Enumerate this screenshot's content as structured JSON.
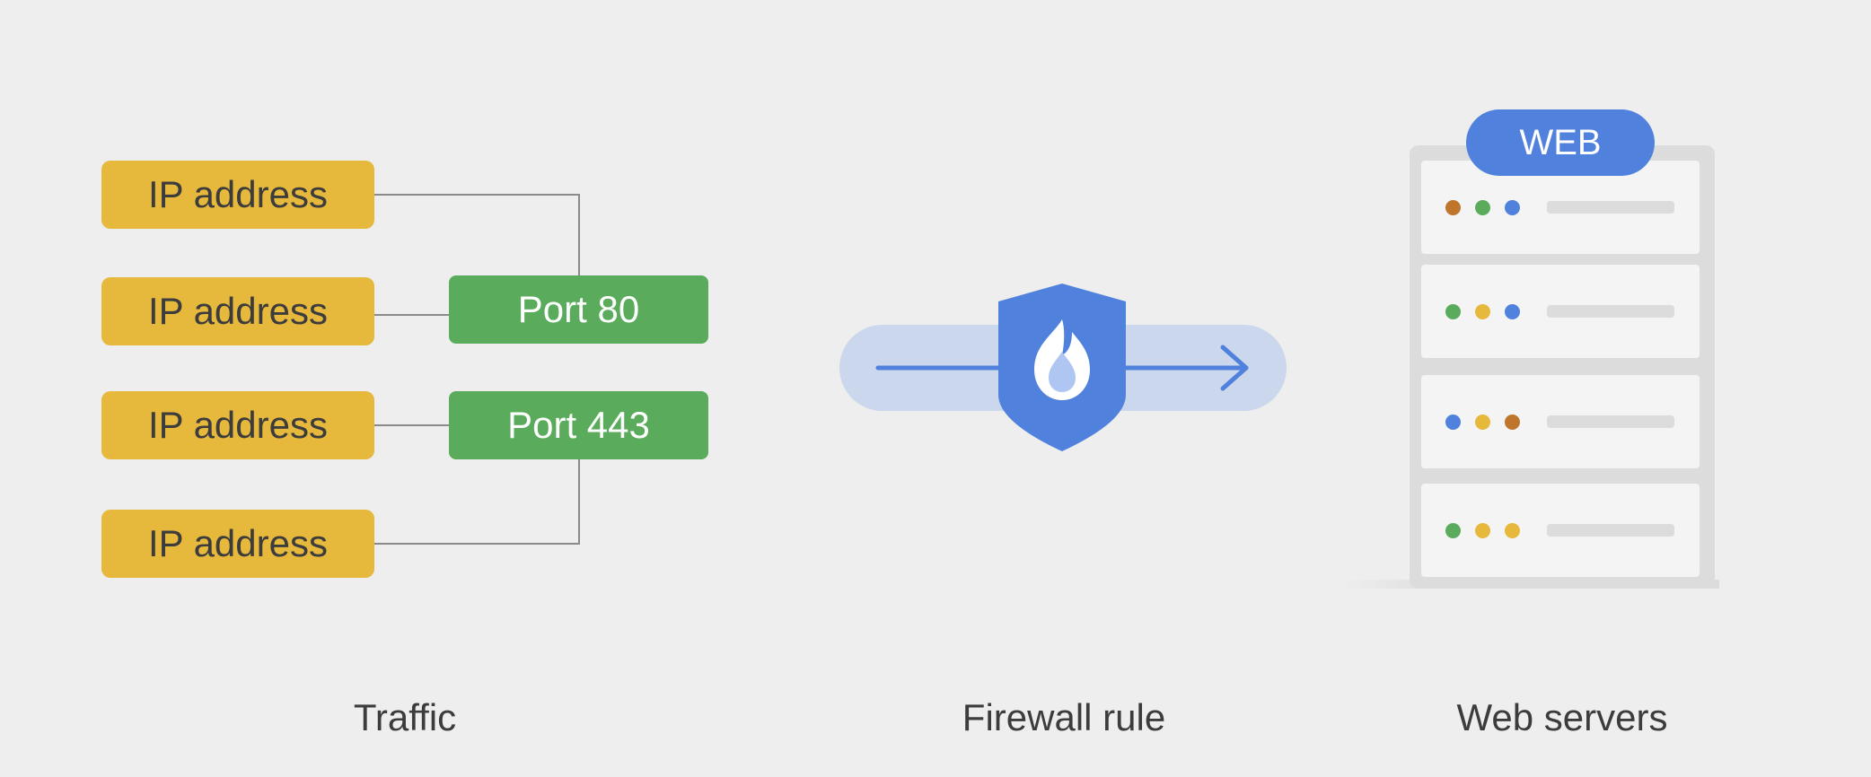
{
  "traffic": {
    "ip_boxes": [
      {
        "label": "IP address"
      },
      {
        "label": "IP address"
      },
      {
        "label": "IP address"
      },
      {
        "label": "IP address"
      }
    ],
    "ports": [
      {
        "label": "Port 80"
      },
      {
        "label": "Port 443"
      }
    ],
    "caption": "Traffic"
  },
  "firewall": {
    "caption": "Firewall rule",
    "icon": "shield-flame-icon"
  },
  "web_servers": {
    "badge": "WEB",
    "caption": "Web servers",
    "units": [
      {
        "dots": [
          "#c0752c",
          "#5aac5c",
          "#4f81dd"
        ]
      },
      {
        "dots": [
          "#5aac5c",
          "#e6b83b",
          "#4f81dd"
        ]
      },
      {
        "dots": [
          "#4f81dd",
          "#e6b83b",
          "#c0752c"
        ]
      },
      {
        "dots": [
          "#5aac5c",
          "#e6b83b",
          "#e6b83b"
        ]
      }
    ]
  },
  "colors": {
    "ip_box": "#e6b83b",
    "port_box": "#5aac5c",
    "accent_blue": "#4f81dd",
    "pill": "#cbd7ec",
    "background": "#eeeeee"
  }
}
